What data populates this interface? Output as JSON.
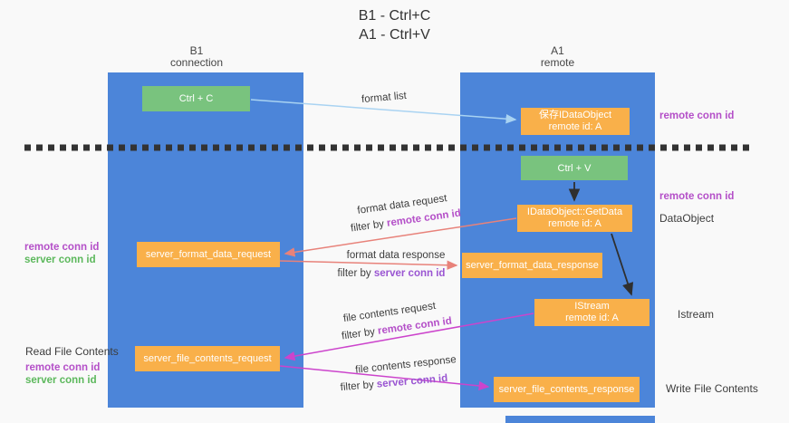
{
  "title": {
    "line1": "B1 - Ctrl+C",
    "line2": "A1 - Ctrl+V"
  },
  "lanes": {
    "left": {
      "name": "B1",
      "role": "connection"
    },
    "right": {
      "name": "A1",
      "role": "remote"
    }
  },
  "nodes": {
    "ctrl_c": {
      "label": "Ctrl + C"
    },
    "save_idataobject": {
      "line1": "保存IDataObject",
      "line2": "remote id: A"
    },
    "ctrl_v": {
      "label": "Ctrl + V"
    },
    "getdata": {
      "line1": "IDataObject::GetData",
      "line2": "remote id: A"
    },
    "format_request": {
      "label": "server_format_data_request"
    },
    "format_response": {
      "label": "server_format_data_response"
    },
    "istream": {
      "line1": "IStream",
      "line2": "remote id: A"
    },
    "file_request": {
      "label": "server_file_contents_request"
    },
    "file_response": {
      "label": "server_file_contents_response"
    }
  },
  "flow_labels": {
    "format_list": "format list",
    "format_data_request": "format data request",
    "format_data_response": "format data response",
    "file_contents_request": "file contents request",
    "file_contents_response": "file contents response",
    "filter_prefix": "filter by ",
    "remote_conn_id": "remote conn id",
    "server_conn_id": "server conn id"
  },
  "side_labels": {
    "remote_conn_id": "remote conn id",
    "server_conn_id": "server conn id",
    "dataobject": "DataObject",
    "istream": "Istream",
    "read_file_contents": "Read File Contents",
    "write_file_contents": "Write File Contents"
  },
  "colors": {
    "lane_blue": "#4c85d9",
    "node_orange": "#f9b04a",
    "node_green": "#79c37e",
    "arrow_blue": "#a9d3f2",
    "arrow_salmon": "#e8827a",
    "arrow_magenta": "#cc44cc",
    "arrow_black": "#2f2f2f",
    "separator_black": "#333333",
    "text_purple": "#b44fc8",
    "text_green": "#5cb85c"
  }
}
